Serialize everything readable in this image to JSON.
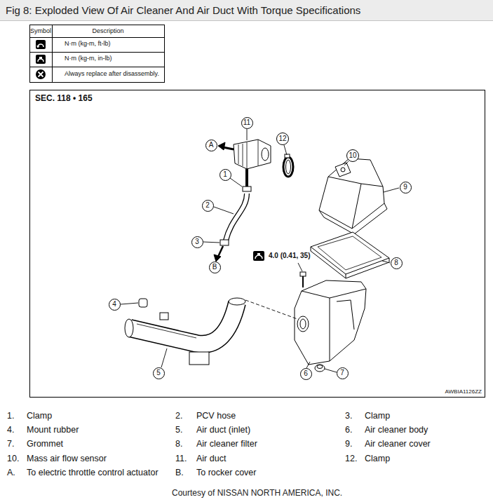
{
  "diagram": {
    "title": "Fig 8: Exploded View Of Air Cleaner And Air Duct With Torque Specifications",
    "caption": "Courtesy of NISSAN NORTH AMERICA, INC.",
    "nodes": [
      {
        "text": [
          "SEC. 118 • 165",
          "AWBIA1126ZZ"
        ]
      },
      {
        "text": [
          "11"
        ],
        "in": 0
      },
      {
        "text": [
          "A"
        ],
        "in": 0
      },
      {
        "text": [
          "12"
        ],
        "in": 0
      },
      {
        "text": [
          "10"
        ],
        "in": 0
      },
      {
        "text": [
          "9"
        ],
        "in": 0
      },
      {
        "text": [
          "1"
        ],
        "in": 0
      },
      {
        "text": [
          "2"
        ],
        "in": 0
      },
      {
        "text": [
          "3"
        ],
        "in": 0
      },
      {
        "text": [
          "B"
        ],
        "in": 0
      },
      {
        "text": [
          "8"
        ],
        "in": 0
      },
      {
        "text": [
          "4"
        ],
        "in": 0
      },
      {
        "text": [
          "5"
        ],
        "in": 0
      },
      {
        "text": [
          "6"
        ],
        "in": 0
      },
      {
        "text": [
          "7"
        ],
        "in": 0
      }
    ],
    "labels": [
      "Symbol",
      "Description",
      "4.0 (0.41, 35)",
      "1.",
      "Clamp",
      "2.",
      "PCV hose",
      "3.",
      "Clamp",
      "4.",
      "Mount rubber",
      "5.",
      "Air duct (inlet)",
      "6.",
      "Air cleaner body",
      "7.",
      "Grommet",
      "8.",
      "Air cleaner filter",
      "9.",
      "Air cleaner cover",
      "10.",
      "Mass air flow sensor",
      "11.",
      "Air duct",
      "12.",
      "Clamp",
      "A.",
      "To electric throttle control actuator",
      "B.",
      "To rocker cover"
    ],
    "legend": [
      {
        "text": "N·m (kg-m, ft-lb)"
      },
      {
        "text": "N·m (kg-m, in-lb)"
      },
      {
        "text": "Always replace after disassembly."
      }
    ]
  }
}
